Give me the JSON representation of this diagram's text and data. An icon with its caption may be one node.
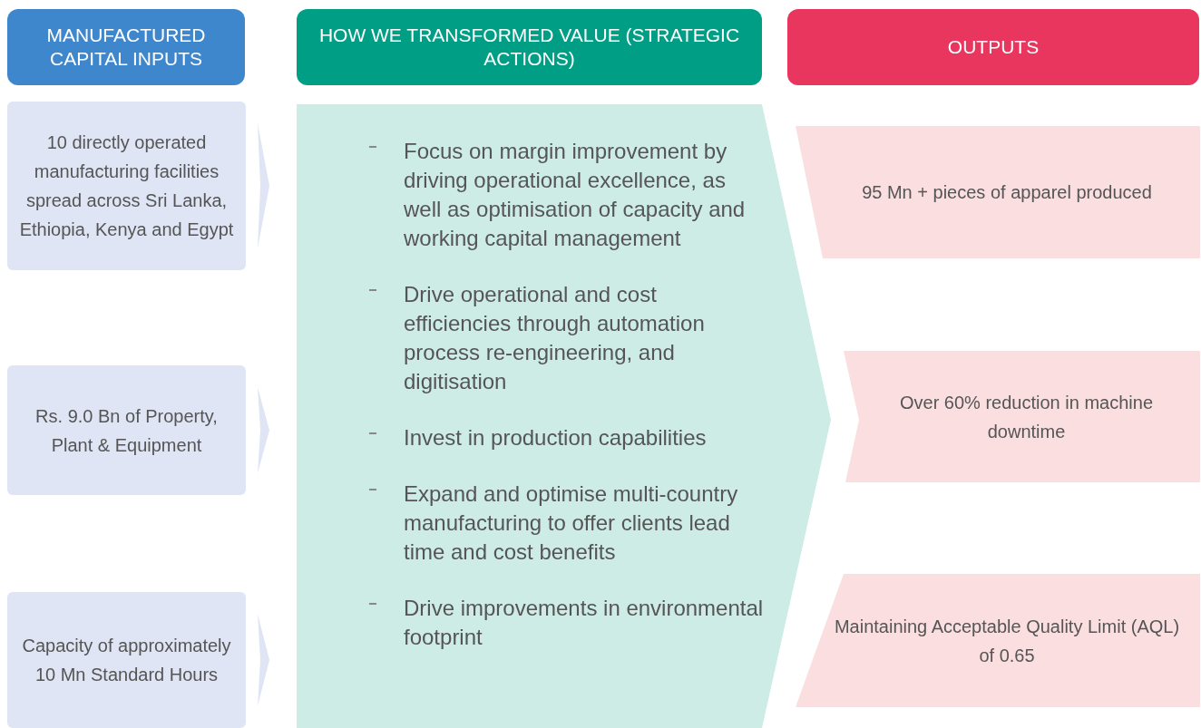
{
  "diagram": {
    "nodes": [
      {
        "text": [
          "MANUFACTURED CAPITAL INPUTS"
        ]
      },
      {
        "text": [
          "HOW WE TRANSFORMED VALUE (STRATEGIC ACTIONS)"
        ]
      },
      {
        "text": [
          "OUTPUTS"
        ]
      },
      {
        "text": [
          "10 directly operated manufacturing facilities spread across Sri Lanka, Ethiopia, Kenya and Egypt"
        ]
      },
      {
        "text": [
          "Rs. 9.0 Bn of Property, Plant & Equipment"
        ]
      },
      {
        "text": [
          "Capacity of approximately 10 Mn Standard Hours"
        ]
      },
      {
        "text": [
          "Focus on margin improvement by driving operational excellence, as well as optimisation of capacity and working capital management",
          "Drive operational and cost efficiencies through automation process re-engineering, and digitisation",
          "Invest in production capabilities",
          "Expand and optimise multi-country manufacturing to offer clients lead time and cost benefits",
          "Drive improvements in environmental footprint"
        ]
      },
      {
        "text": [
          "95 Mn + pieces of apparel produced"
        ]
      },
      {
        "text": [
          "Over 60% reduction in machine downtime"
        ]
      },
      {
        "text": [
          "Maintaining Acceptable Quality Limit (AQL) of 0.65"
        ]
      }
    ],
    "edges": []
  }
}
